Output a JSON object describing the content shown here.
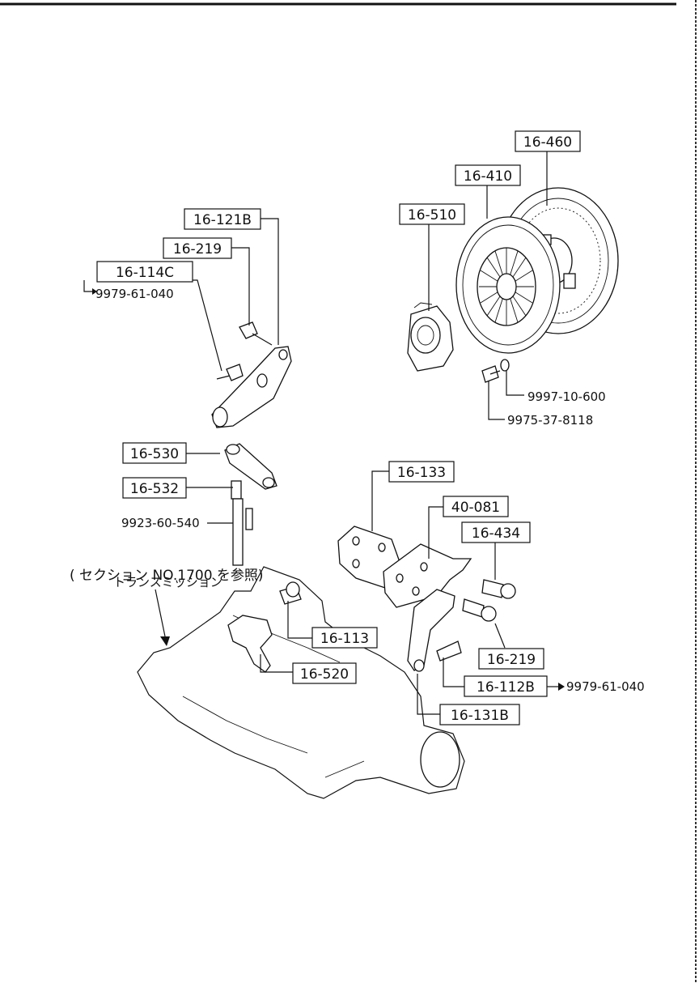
{
  "parts": {
    "p16460": "16-460",
    "p16410": "16-410",
    "p16510": "16-510",
    "p16121B": "16-121B",
    "p16219a": "16-219",
    "p16114C": "16-114C",
    "p9979a": "9979-61-040",
    "p99971": "9997-10-600",
    "p99753": "9975-37-8118",
    "p16530": "16-530",
    "p16532": "16-532",
    "p99236": "9923-60-540",
    "p16133": "16-133",
    "p40081": "40-081",
    "p16434": "16-434",
    "p16113": "16-113",
    "p16219b": "16-219",
    "p16520": "16-520",
    "p16112B": "16-112B",
    "p9979b": "9979-61-040",
    "p16131B": "16-131B"
  },
  "notes": {
    "transmission": "トランスミッション",
    "section_ref": "( セクション  NO.1700 を参照)"
  }
}
